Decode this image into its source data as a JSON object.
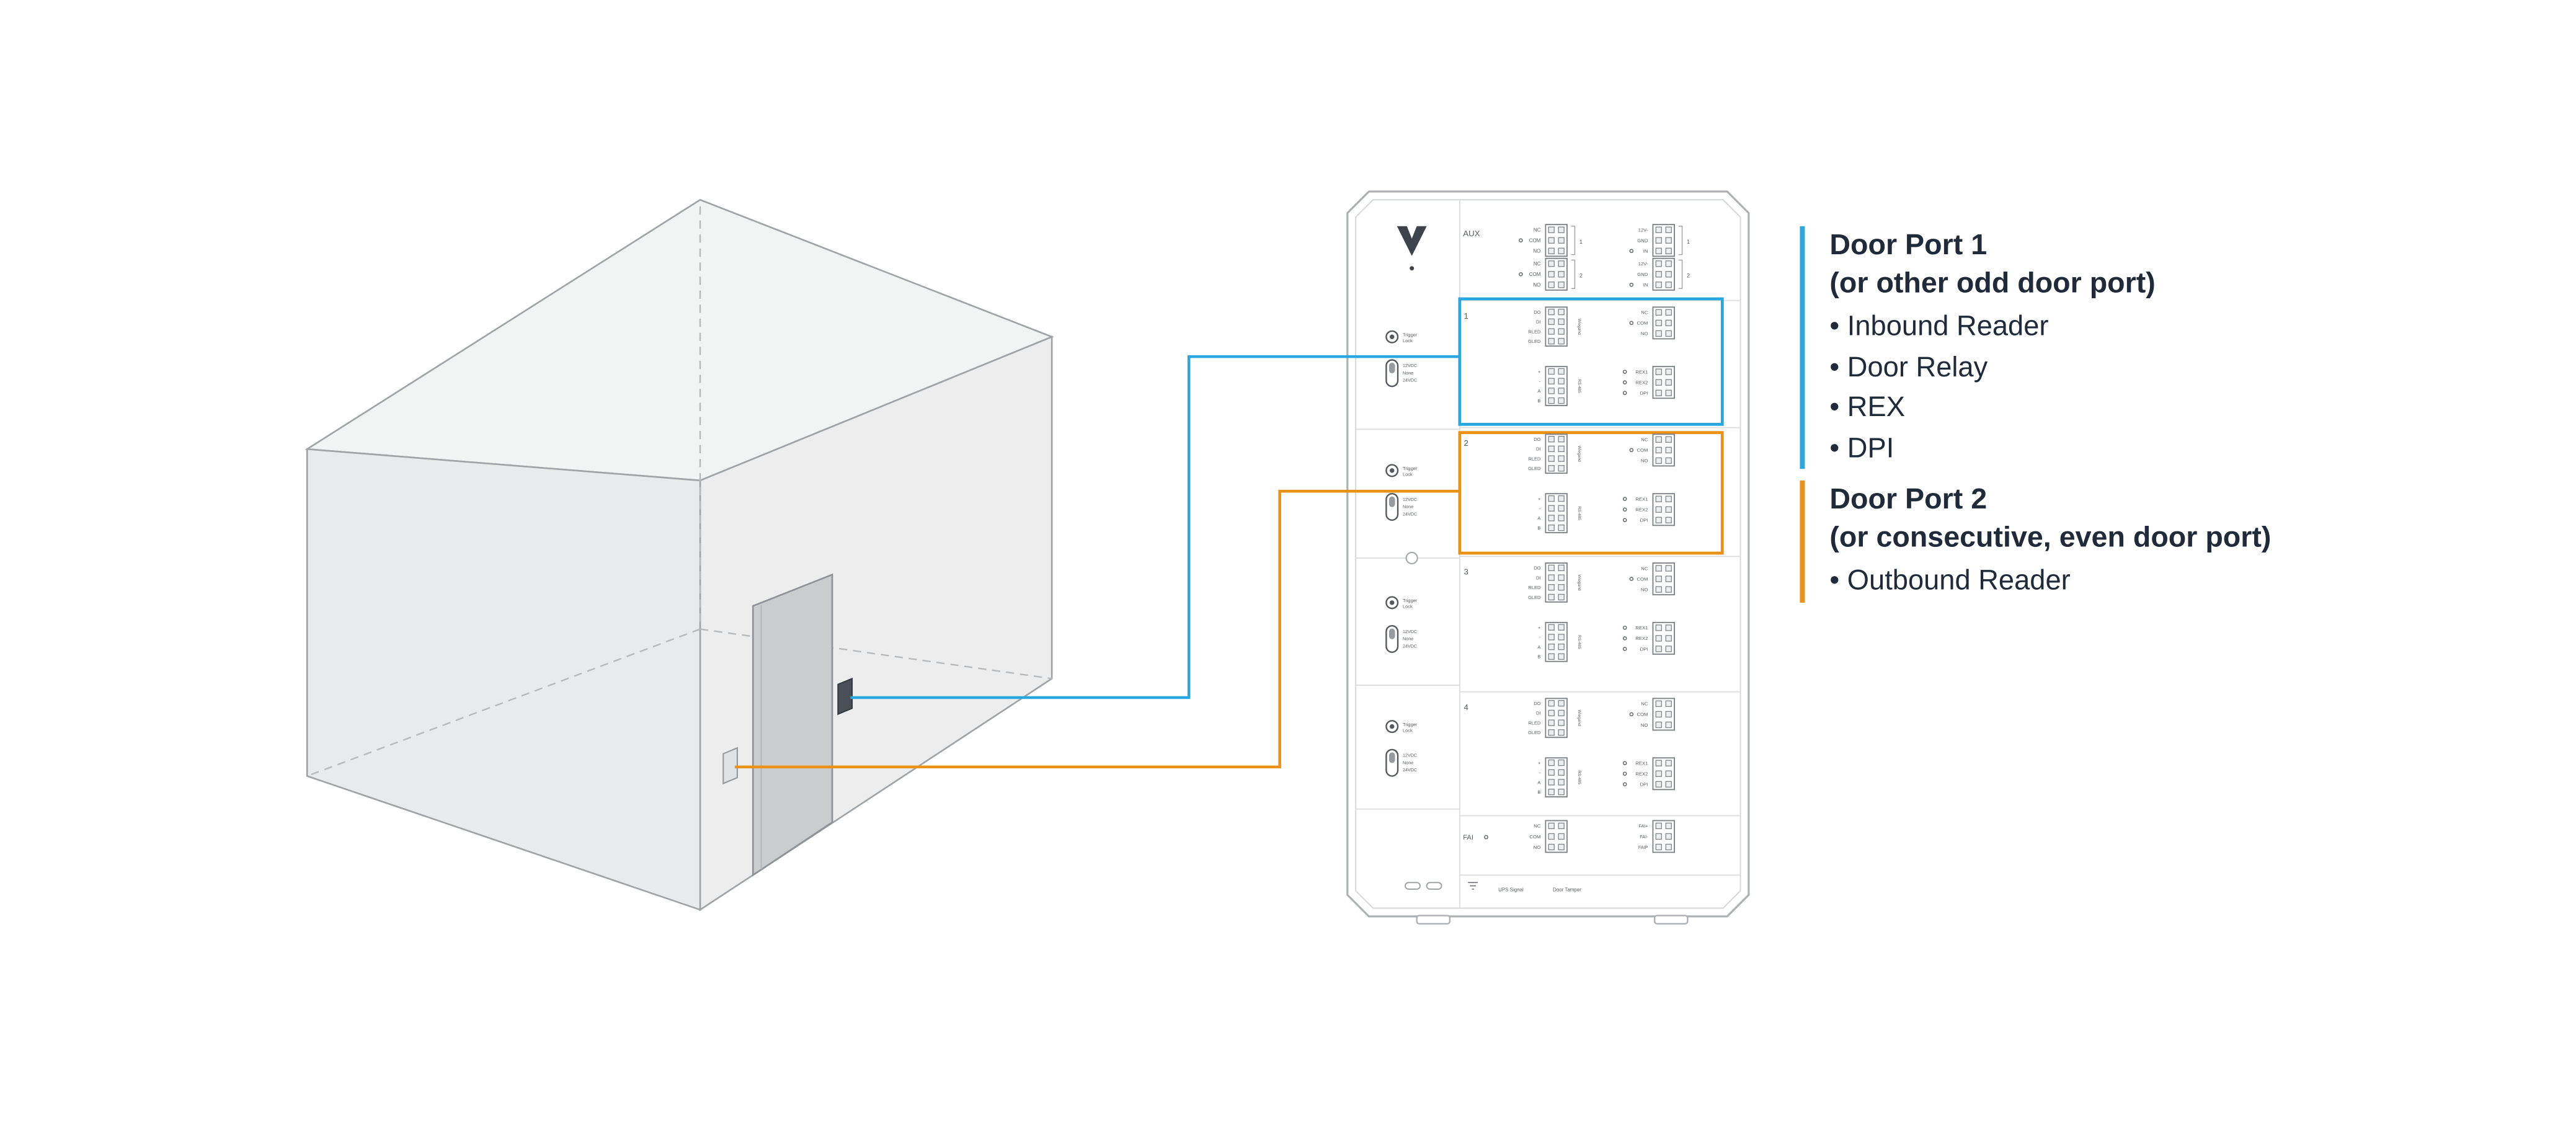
{
  "colors": {
    "port1_accent": "#29A8E0",
    "port2_accent": "#EA9215"
  },
  "legend": {
    "port1": {
      "title": "Door Port 1",
      "subtitle": "(or other odd door port)",
      "items": [
        "• Inbound Reader",
        "• Door Relay",
        "• REX",
        "• DPI"
      ]
    },
    "port2": {
      "title": "Door Port 2",
      "subtitle": "(or consecutive, even door port)",
      "items": [
        "• Outbound Reader"
      ]
    }
  },
  "controller": {
    "aux": {
      "label": "AUX",
      "left_rows": [
        "NC",
        "COM",
        "NO",
        "NC",
        "COM",
        "NO"
      ],
      "right_rows": [
        "12V-",
        "GND",
        "IN",
        "12V-",
        "GND",
        "IN"
      ],
      "group_numbers": [
        "1",
        "2"
      ]
    },
    "side": {
      "toggle_lines": [
        "Trigger",
        "Lock"
      ],
      "power_options": [
        "12VDC",
        "None",
        "24VDC"
      ]
    },
    "ports": [
      {
        "number": "1",
        "wiegand_rows": [
          "DO",
          "DI",
          "RLED",
          "GLED"
        ],
        "wiegand_label": "Wiegand",
        "rs485_rows": [
          "+",
          "-",
          "A",
          "B"
        ],
        "rs485_label": "RS-485",
        "relay_rows": [
          "NC",
          "COM",
          "NO"
        ],
        "input_rows": [
          "REX1",
          "REX2",
          "DPI"
        ]
      },
      {
        "number": "2",
        "wiegand_rows": [
          "DO",
          "DI",
          "RLED",
          "GLED"
        ],
        "wiegand_label": "Wiegand",
        "rs485_rows": [
          "+",
          "-",
          "A",
          "B"
        ],
        "rs485_label": "RS-485",
        "relay_rows": [
          "NC",
          "COM",
          "NO"
        ],
        "input_rows": [
          "REX1",
          "REX2",
          "DPI"
        ]
      },
      {
        "number": "3",
        "wiegand_rows": [
          "DO",
          "DI",
          "RLED",
          "GLED"
        ],
        "wiegand_label": "Wiegand",
        "rs485_rows": [
          "+",
          "-",
          "A",
          "B"
        ],
        "rs485_label": "RS-485",
        "relay_rows": [
          "NC",
          "COM",
          "NO"
        ],
        "input_rows": [
          "REX1",
          "REX2",
          "DPI"
        ]
      },
      {
        "number": "4",
        "wiegand_rows": [
          "DO",
          "DI",
          "RLED",
          "GLED"
        ],
        "wiegand_label": "Wiegand",
        "rs485_rows": [
          "+",
          "-",
          "A",
          "B"
        ],
        "rs485_label": "RS-485",
        "relay_rows": [
          "NC",
          "COM",
          "NO"
        ],
        "input_rows": [
          "REX1",
          "REX2",
          "DPI"
        ]
      }
    ],
    "fai": {
      "label": "FAI",
      "left_rows": [
        "NC",
        "COM",
        "NO"
      ],
      "right_rows": [
        "FAI+",
        "FAI-",
        "FAIP"
      ]
    },
    "bottom_labels": [
      "UPS Signal",
      "Door Tamper"
    ]
  }
}
